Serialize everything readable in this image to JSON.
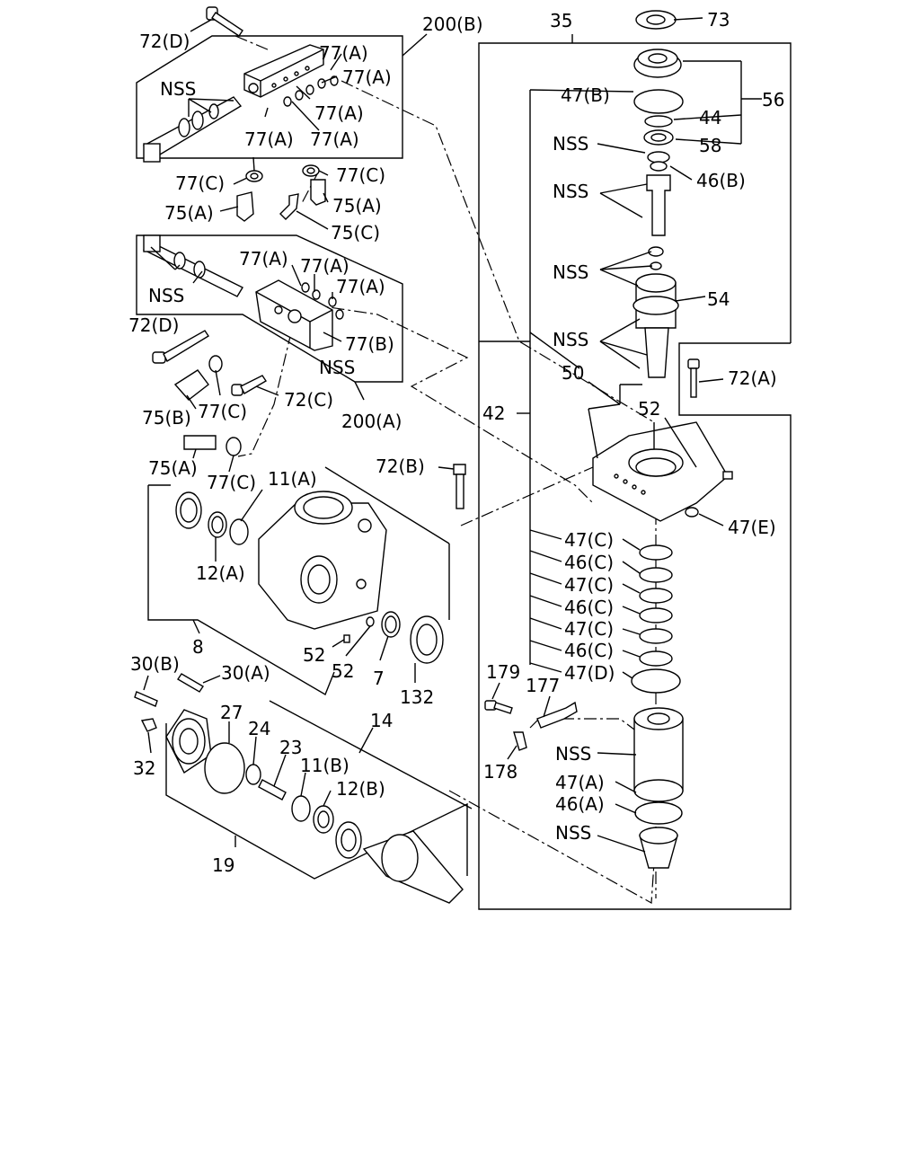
{
  "labels": {
    "l72d_top": "72(D)",
    "l200b": "200(B)",
    "l35": "35",
    "l73": "73",
    "l77a_1": "77(A)",
    "l77a_2": "77(A)",
    "l77a_3": "77(A)",
    "l77a_4": "77(A)",
    "l77a_5": "77(A)",
    "nss_valve_top": "NSS",
    "l77c_1": "77(C)",
    "l77c_2": "77(C)",
    "l75a_1": "75(A)",
    "l75a_2": "75(A)",
    "l75c": "75(C)",
    "l77a_6": "77(A)",
    "l77a_7": "77(A)",
    "l77a_8": "77(A)",
    "nss_valve_mid": "NSS",
    "l77b": "77(B)",
    "l72d_mid": "72(D)",
    "nss_valve_mid2": "NSS",
    "l72c": "72(C)",
    "l75b": "75(B)",
    "l77c_3": "77(C)",
    "l200a": "200(A)",
    "l75a_3": "75(A)",
    "l77c_4": "77(C)",
    "l11a": "11(A)",
    "l47b": "47(B)",
    "l56": "56",
    "l44": "44",
    "nss_r1": "NSS",
    "l58": "58",
    "l46b": "46(B)",
    "nss_r2": "NSS",
    "nss_r3": "NSS",
    "l54": "54",
    "nss_r4": "NSS",
    "l72a": "72(A)",
    "l50": "50",
    "l52_r": "52",
    "l42": "42",
    "l72b": "72(B)",
    "l47e": "47(E)",
    "l47c_1": "47(C)",
    "l46c_1": "46(C)",
    "l47c_2": "47(C)",
    "l46c_2": "46(C)",
    "l47c_3": "47(C)",
    "l46c_3": "46(C)",
    "l47d": "47(D)",
    "l12a": "12(A)",
    "l8": "8",
    "l52_a": "52",
    "l52_b": "52",
    "l7": "7",
    "l132": "132",
    "l30b": "30(B)",
    "l30a": "30(A)",
    "l27": "27",
    "l24": "24",
    "l14": "14",
    "l23": "23",
    "l11b": "11(B)",
    "l12b": "12(B)",
    "l32": "32",
    "l19": "19",
    "l179": "179",
    "l177": "177",
    "l178": "178",
    "nss_r5": "NSS",
    "l47a": "47(A)",
    "l46a": "46(A)",
    "nss_r6": "NSS"
  }
}
